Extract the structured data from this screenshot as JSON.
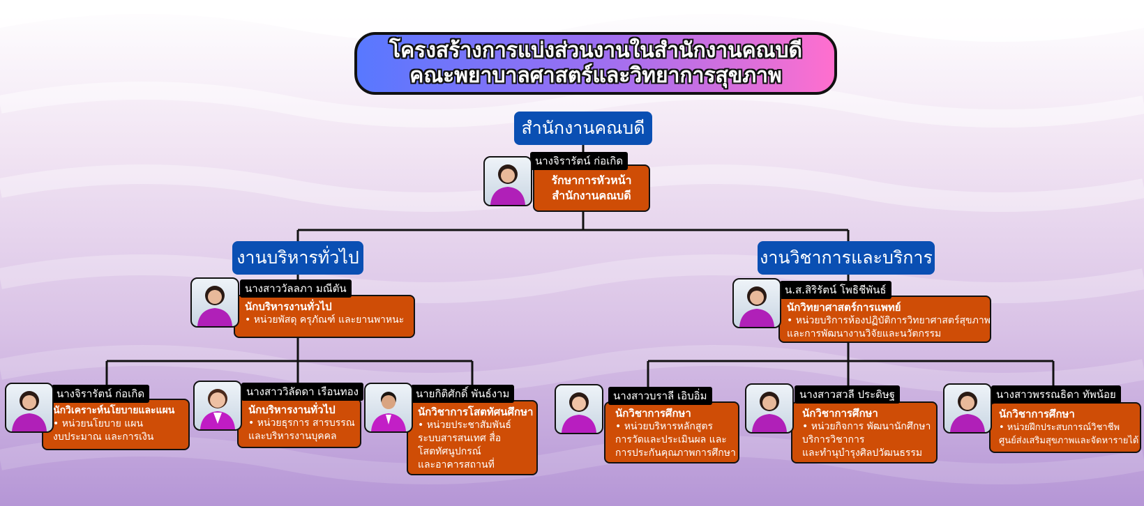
{
  "title": {
    "line1": "โครงสร้างการแบ่งส่วนงานในสำนักงานคณบดี",
    "line2": "คณะพยาบาลศาสตร์และวิทยาการสุขภาพ"
  },
  "top": {
    "dept": "สำนักงานคณบดี",
    "name": "นางจิรารัตน์ ก่อเกิด",
    "role_line1": "รักษาการหัวหน้า",
    "role_line2": "สำนักงานคณบดี"
  },
  "left": {
    "dept": "งานบริหารทั่วไป",
    "name": "นางสาววัลลภา มณีตัน",
    "role": "นักบริหารงานทั่วไป",
    "duties": [
      "• หน่วยพัสดุ ครุภัณฑ์ และยานพาหนะ"
    ]
  },
  "right": {
    "dept": "งานวิชาการและบริการ",
    "name": "น.ส.สิริรัตน์ โพธิชีพันธ์",
    "role": "นักวิทยาศาสตร์การแพทย์",
    "duties": [
      "• หน่วยบริการห้องปฏิบัติการวิทยาศาสตร์สุขภาพ",
      "และการพัฒนางานวิจัยและนวัตกรรม"
    ]
  },
  "staff": [
    {
      "name": "นางจิรารัตน์ ก่อเกิด",
      "role": "นักวิเคราะห์นโยบายและแผน",
      "duties": [
        "• หน่วยนโยบาย แผน",
        "งบประมาณ และการเงิน"
      ]
    },
    {
      "name": "นางสาววิลัดดา เรือนทอง",
      "role": "นักบริหารงานทั่วไป",
      "duties": [
        "• หน่วยธุรการ สารบรรณ",
        "และบริหารงานบุคคล"
      ]
    },
    {
      "name": "นายกิติศักดิ์ พันธ์งาม",
      "role": "นักวิชาการโสตทัศนศึกษา",
      "duties": [
        "• หน่วยประชาสัมพันธ์",
        "ระบบสารสนเทศ สื่อ",
        "โสตทัศนูปกรณ์",
        "และอาคารสถานที่"
      ]
    },
    {
      "name": "นางสาวบราลี เอิบอิ่ม",
      "role": "นักวิชาการศึกษา",
      "duties": [
        "• หน่วยบริหารหลักสูตร",
        "การวัดและประเมินผล และ",
        "การประกันคุณภาพการศึกษา"
      ]
    },
    {
      "name": "นางสาวสวลี ประดิษฐ",
      "role": "นักวิชาการศึกษา",
      "duties": [
        "• หน่วยกิจการ พัฒนานักศึกษา",
        "บริการวิชาการ",
        "และทำนุบำรุงศิลปวัฒนธรรม"
      ]
    },
    {
      "name": "นางสาวพรรณธิดา ทัพน้อย",
      "role": "นักวิชาการศึกษา",
      "duties": [
        "• หน่วยฝึกประสบการณ์วิชาชีพ",
        "ศูนย์ส่งเสริมสุขภาพและจัดหารายได้"
      ]
    }
  ],
  "colors": {
    "dept_bg": "#0a4fb3",
    "card_bg": "#cf4d06",
    "title_gradient_start": "#5878ff",
    "title_gradient_end": "#ff6fce"
  }
}
